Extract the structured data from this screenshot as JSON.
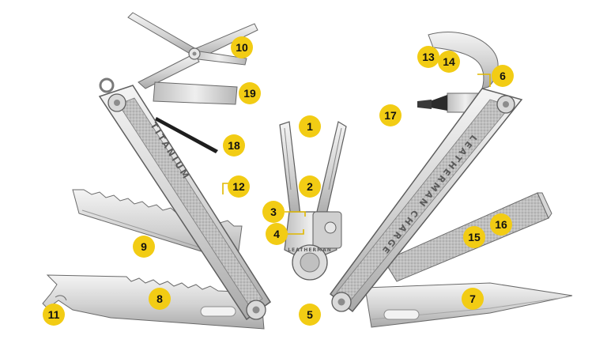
{
  "colors": {
    "callout_yellow": "#f2cc14",
    "steel_light": "#e9e9e9",
    "steel_mid": "#c4c4c4",
    "steel_dark": "#8c8c8c",
    "outline": "#5e5e5e"
  },
  "engravings": {
    "left_handle": "TITANIUM",
    "right_handle": "LEATHERMAN CHARGE",
    "pivot": "LEATHERMAN"
  },
  "callouts": [
    {
      "id": "1",
      "label": "1"
    },
    {
      "id": "2",
      "label": "2"
    },
    {
      "id": "3",
      "label": "3"
    },
    {
      "id": "4",
      "label": "4"
    },
    {
      "id": "5",
      "label": "5"
    },
    {
      "id": "6",
      "label": "6"
    },
    {
      "id": "7",
      "label": "7"
    },
    {
      "id": "8",
      "label": "8"
    },
    {
      "id": "9",
      "label": "9"
    },
    {
      "id": "10",
      "label": "10"
    },
    {
      "id": "11",
      "label": "11"
    },
    {
      "id": "12",
      "label": "12"
    },
    {
      "id": "13",
      "label": "13"
    },
    {
      "id": "14",
      "label": "14"
    },
    {
      "id": "15",
      "label": "15"
    },
    {
      "id": "16",
      "label": "16"
    },
    {
      "id": "17",
      "label": "17"
    },
    {
      "id": "18",
      "label": "18"
    },
    {
      "id": "19",
      "label": "19"
    }
  ]
}
